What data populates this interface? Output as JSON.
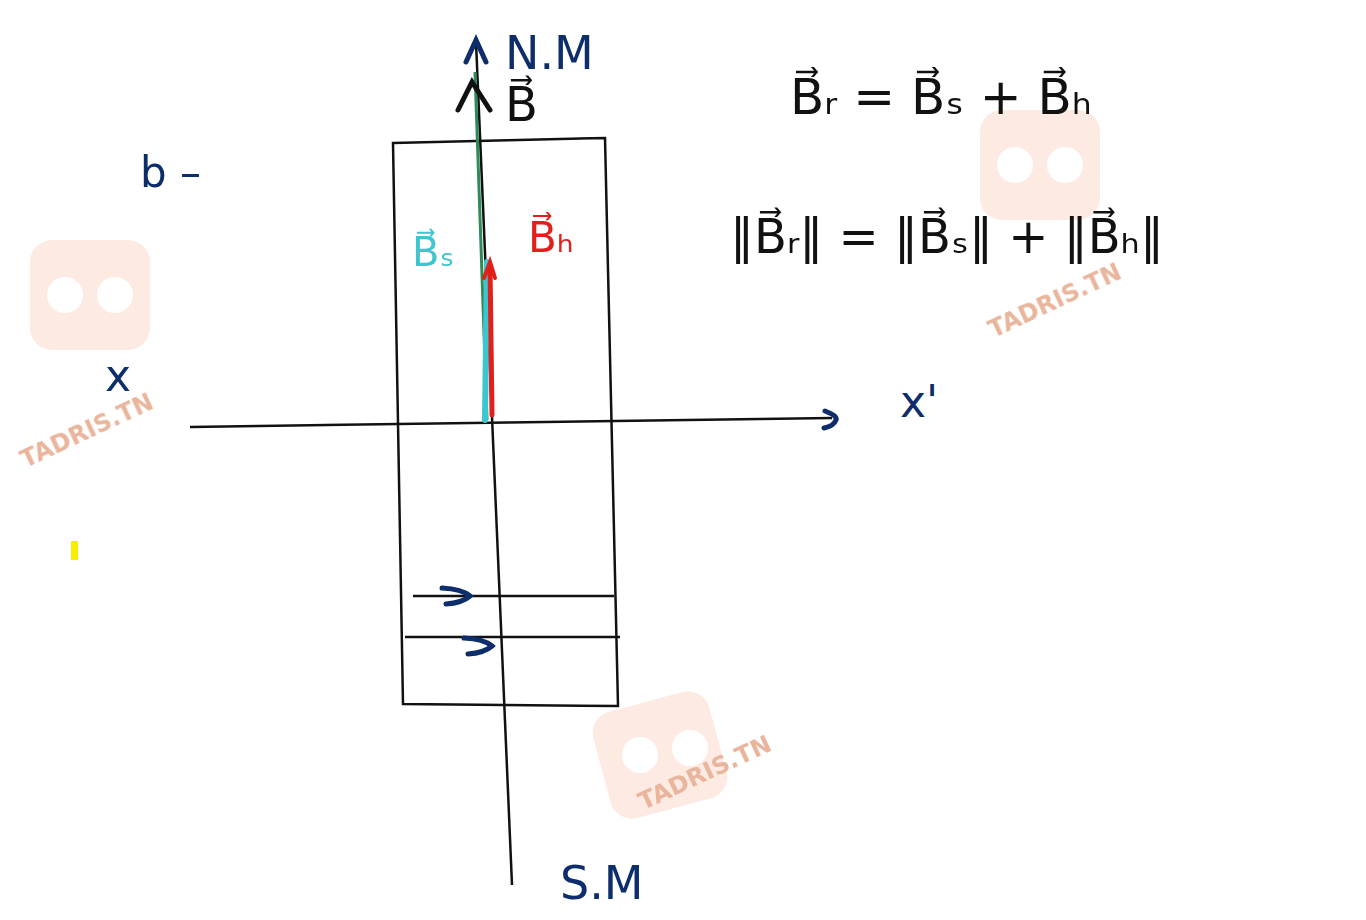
{
  "diagram": {
    "labels": [
      "N.M",
      "B⃗",
      "B⃗ᵣ = B⃗ₛ + B⃗ₕ",
      "‖B⃗ᵣ‖ = ‖B⃗ₛ‖ + ‖B⃗ₕ‖",
      "b –",
      "B⃗ₛ",
      "B⃗ₕ",
      "x",
      "x'",
      "S.M",
      "TADRIS.TN",
      "TADRIS.TN",
      "TADRIS.TN"
    ]
  }
}
